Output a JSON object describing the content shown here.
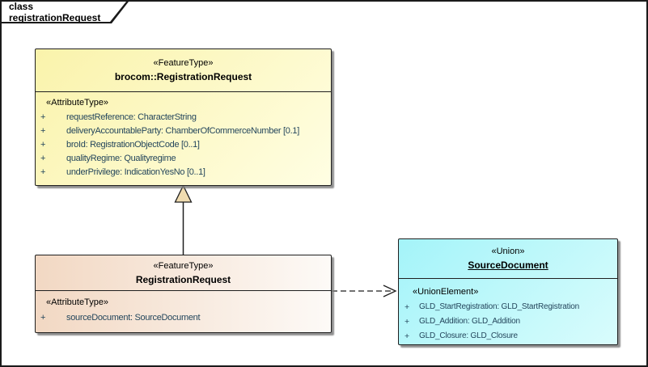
{
  "frame": {
    "label": "class registrationRequest"
  },
  "colors": {
    "canvas-bg": "#ffffff",
    "frame-border": "#1a1a1a",
    "box-border": "#1f1f1f",
    "divider": "#1f1f1f",
    "name-text": "#000000",
    "attr-text": "#24465c",
    "yellow-from": "#faf3ab",
    "yellow-to": "#fffee3",
    "tan-from": "#f2d8c3",
    "tan-to": "#fdfaf7",
    "cyan-from": "#a4f4f9",
    "cyan-to": "#d9fcfc",
    "triangle-fill": "#f0dcb0",
    "connector": "#1f1f1f",
    "shadow": "#9c9c9c"
  },
  "classes": [
    {
      "stereotype": "«FeatureType»",
      "name": "brocom::RegistrationRequest",
      "section": "«AttributeType»",
      "attributes": [
        {
          "vis": "+",
          "label": "requestReference: CharacterString"
        },
        {
          "vis": "+",
          "label": "deliveryAccountableParty: ChamberOfCommerceNumber [0.1]"
        },
        {
          "vis": "+",
          "label": "broId: RegistrationObjectCode [0..1]"
        },
        {
          "vis": "+",
          "label": "qualityRegime: Qualityregime"
        },
        {
          "vis": "+",
          "label": "underPrivilege: IndicationYesNo [0..1]"
        }
      ]
    },
    {
      "stereotype": "«FeatureType»",
      "name": "RegistrationRequest",
      "section": "«AttributeType»",
      "attributes": [
        {
          "vis": "+",
          "label": "sourceDocument: SourceDocument"
        }
      ]
    },
    {
      "stereotype": "«Union»",
      "name": "SourceDocument",
      "section": "«UnionElement»",
      "attributes": [
        {
          "vis": "+",
          "label": "GLD_StartRegistration: GLD_StartRegistration"
        },
        {
          "vis": "+",
          "label": "GLD_Addition: GLD_Addition"
        },
        {
          "vis": "+",
          "label": "GLD_Closure: GLD_Closure"
        }
      ]
    }
  ],
  "connectors": [
    {
      "type": "generalization",
      "from": "RegistrationRequest",
      "to": "brocom::RegistrationRequest"
    },
    {
      "type": "dependency",
      "from": "RegistrationRequest",
      "to": "SourceDocument"
    }
  ]
}
